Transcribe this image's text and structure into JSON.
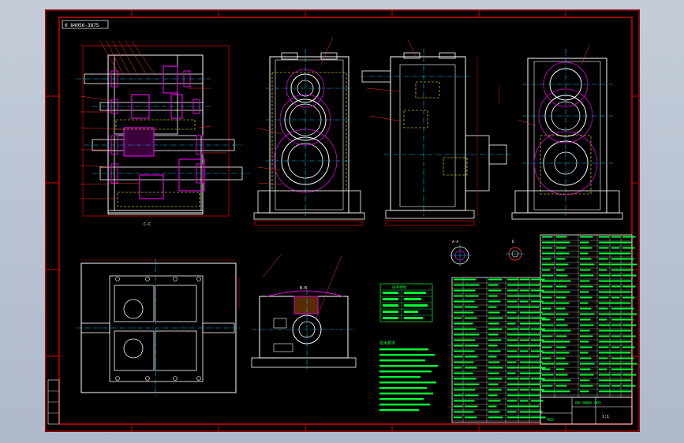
{
  "drawing": {
    "top_left_code": "0 84056-3875",
    "title_block": {
      "drawing_number": "00-0000-001",
      "sheet_label": "002",
      "scale_label": "1:1"
    },
    "section_labels": {
      "section_a": "A-A",
      "section_b": "B-B",
      "section_c": "C-C",
      "section_d": "D"
    },
    "technical_requirements_title": "技术要求",
    "spec_table_title": "技术特性"
  },
  "colors": {
    "background": "#000000",
    "frame": "#d40000",
    "outline": "#ffffff",
    "center_line": "#00c8ff",
    "hidden_line": "#ffff00",
    "section_fill": "#e000e0",
    "notes": "#00ff33"
  }
}
